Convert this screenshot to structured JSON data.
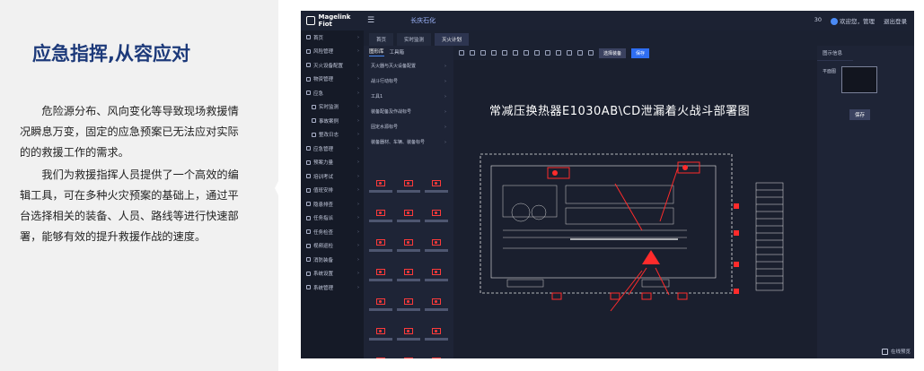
{
  "headline": "应急指挥,从容应对",
  "paragraphs": [
    "危险源分布、风向变化等导致现场救援情况瞬息万变，固定的应急预案已无法应对实际的的救援工作的需求。",
    "我们为救援指挥人员提供了一个高效的编辑工具，可在多种火灾预案的基础上，通过平台选择相关的装备、人员、路线等进行快速部署，能够有效的提升救援作战的速度。"
  ],
  "app": {
    "logo": "Magelink Fiot",
    "center_label": "长庆石化",
    "top_right": [
      "30",
      "欢迎您，管理",
      "退出登录"
    ],
    "sidebar_items": [
      {
        "label": "首页",
        "sub": false
      },
      {
        "label": "风险管理",
        "sub": false
      },
      {
        "label": "灭火设备配置",
        "sub": false
      },
      {
        "label": "物资管理",
        "sub": false
      },
      {
        "label": "应急",
        "sub": false
      },
      {
        "label": "实时监测",
        "sub": true
      },
      {
        "label": "事故案例",
        "sub": true
      },
      {
        "label": "整改日志",
        "sub": true
      },
      {
        "label": "应急管理",
        "sub": false
      },
      {
        "label": "预案力量",
        "sub": false
      },
      {
        "label": "培训考试",
        "sub": false
      },
      {
        "label": "值班安排",
        "sub": false
      },
      {
        "label": "隐患排查",
        "sub": false
      },
      {
        "label": "任务指派",
        "sub": false
      },
      {
        "label": "任务检查",
        "sub": false
      },
      {
        "label": "视频巡检",
        "sub": false
      },
      {
        "label": "消防装备",
        "sub": false
      },
      {
        "label": "系统设置",
        "sub": false
      },
      {
        "label": "系统管理",
        "sub": false
      }
    ],
    "tabs": [
      "首页",
      "实时监测",
      "灭火计划"
    ],
    "panel_tabs": [
      "图形库",
      "工具箱"
    ],
    "panel_menu": [
      "灭火器与灭火设备配置",
      "战斗行动标号",
      "工具1",
      "装备配备及作战标号",
      "固定水源标号",
      "装备器材、车辆、装备标号"
    ],
    "toolbar_buttons": [
      "选择装备",
      "保存"
    ],
    "canvas_title": "常减压换热器E1030AB\\CD泄漏着火战斗部署图",
    "right_panel": {
      "tab": "图示信息",
      "thumb_label": "平面图",
      "save": "保存"
    },
    "watermark": "在线预览"
  },
  "colors": {
    "accent": "#2f6ef2",
    "alert": "#ff2b2b",
    "headline": "#1d3a7a"
  }
}
